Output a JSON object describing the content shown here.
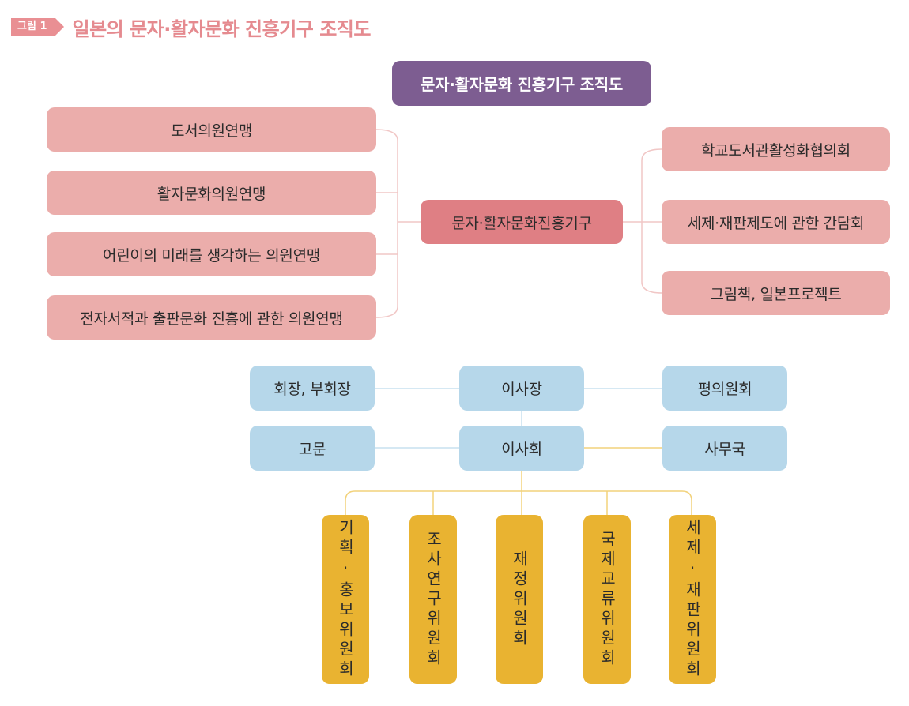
{
  "figure": {
    "badge": "그림 1",
    "title": "일본의 문자·활자문화 진흥기구 조직도"
  },
  "diagram": {
    "top_title": "문자·활자문화 진흥기구 조직도",
    "center_org": "문자·활자문화진흥기구",
    "left_groups": [
      "도서의원연맹",
      "활자문화의원연맹",
      "어린이의 미래를 생각하는 의원연맹",
      "전자서적과 출판문화 진흥에 관한 의원연맹"
    ],
    "right_groups": [
      "학교도서관활성화협의회",
      "세제·재판제도에 관한 간담회",
      "그림책, 일본프로젝트"
    ],
    "structure": {
      "chairman": "이사장",
      "vice_chair": "회장, 부회장",
      "council": "평의원회",
      "board": "이사회",
      "advisor": "고문",
      "secretariat": "사무국"
    },
    "committees": [
      "기획·홍보위원회",
      "조사연구위원회",
      "재정위원회",
      "국제교류위원회",
      "세제·재판위원회"
    ]
  },
  "colors": {
    "pink": "#ebadab",
    "pink_dark": "#df7f84",
    "purple": "#7d5d91",
    "blue": "#b6d7ea",
    "yellow": "#e9b331",
    "title_pink": "#e58a8f"
  }
}
